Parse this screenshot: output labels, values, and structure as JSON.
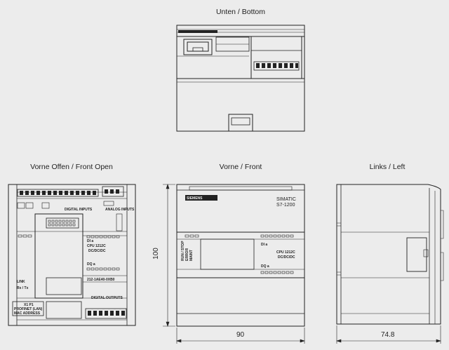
{
  "views": {
    "bottom": {
      "title": "Unten / Bottom"
    },
    "front_open": {
      "title": "Vorne Offen / Front Open"
    },
    "front": {
      "title": "Vorne / Front"
    },
    "left": {
      "title": "Links / Left"
    }
  },
  "dimensions": {
    "height": "100",
    "width_front": "90",
    "depth_left": "74.8"
  },
  "device_text": {
    "brand": "SIMATIC",
    "model": "S7-1200",
    "siemens": "SIEMENS",
    "cpu_front": "CPU 1212C",
    "dcdcdc_front": "DC/DC/DC",
    "cpu_open": "CPU 1212C",
    "dcdcdc_open": "DC/DC/DC",
    "order_no": "212-1AE40-0XB0",
    "di_inputs": "DI a",
    "dq_outputs": "DQ a",
    "di_label_open": "DI a",
    "dq_label_open": "DQ a",
    "digital_inputs": "DIGITAL INPUTS",
    "digital_outputs": "DIGITAL OUTPUTS",
    "analog_inputs": "ANALOG INPUTS",
    "link": "LINK",
    "rxtx": "Rx / Tx",
    "x1p1": "X1 P1",
    "profinet": "PROFINET (LAN)",
    "mac": "MAC ADDRESS",
    "runstop": "RUN / STOP",
    "error": "ERROR",
    "maint": "MAINT"
  }
}
